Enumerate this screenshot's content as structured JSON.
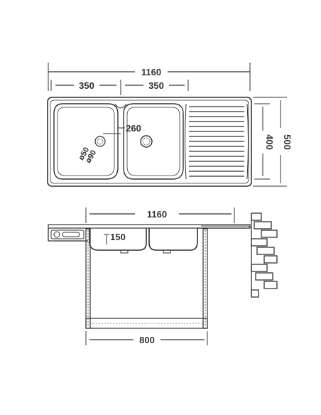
{
  "drawing": {
    "line_color": "#333333",
    "top_view": {
      "overall_width": "1160",
      "bowl_width_left": "350",
      "bowl_width_right": "350",
      "bowl_depth": "260",
      "overall_depth": "500",
      "drainer_depth": "400",
      "waste_outlet_inner": "ø50",
      "waste_outlet_outer": "ø90"
    },
    "side_view": {
      "overall_width": "1160",
      "bowl_height": "150",
      "cabinet_width": "800"
    }
  }
}
